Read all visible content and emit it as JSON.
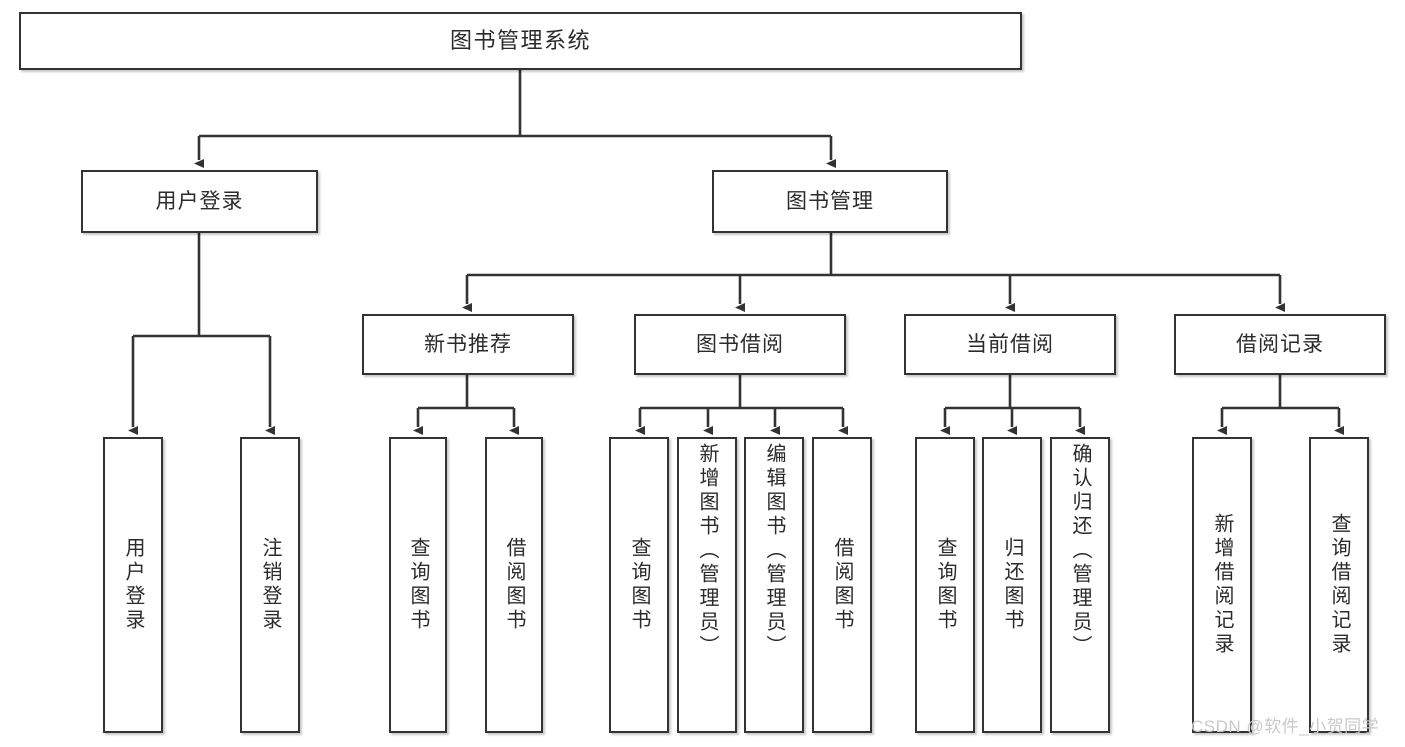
{
  "diagram": {
    "type": "tree",
    "title": "图书管理系统",
    "root": {
      "label": "图书管理系统"
    },
    "level2": [
      {
        "label": "用户登录"
      },
      {
        "label": "图书管理"
      }
    ],
    "level3": [
      {
        "label": "新书推荐"
      },
      {
        "label": "图书借阅"
      },
      {
        "label": "当前借阅"
      },
      {
        "label": "借阅记录"
      }
    ],
    "leaves": {
      "user_login": [
        {
          "label": "用户登录"
        },
        {
          "label": "注销登录"
        }
      ],
      "new_book_recommend": [
        {
          "label": "查询图书"
        },
        {
          "label": "借阅图书"
        }
      ],
      "book_borrow": [
        {
          "label": "查询图书"
        },
        {
          "label": "新增图书（管理员）"
        },
        {
          "label": "编辑图书（管理员）"
        },
        {
          "label": "借阅图书"
        }
      ],
      "current_borrow": [
        {
          "label": "查询图书"
        },
        {
          "label": "归还图书"
        },
        {
          "label": "确认归还（管理员）"
        }
      ],
      "borrow_record": [
        {
          "label": "新增借阅记录"
        },
        {
          "label": "查询借阅记录"
        }
      ]
    }
  },
  "watermark": {
    "text": "CSDN @软件_小贺同学"
  },
  "colors": {
    "box_border": "#333333",
    "text": "#2b2b2b",
    "background": "#ffffff",
    "watermark": "#c9c9c9"
  }
}
